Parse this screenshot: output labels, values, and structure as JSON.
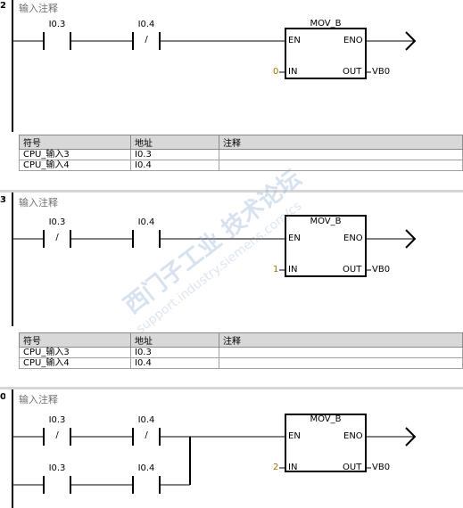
{
  "networks": [
    {
      "number": "2",
      "comment": "输入注释",
      "contacts": [
        {
          "address": "I0.3",
          "type": "NO",
          "symbol": ""
        },
        {
          "address": "I0.4",
          "type": "NC",
          "symbol": "/"
        }
      ],
      "block": {
        "title": "MOV_B",
        "pin_en": "EN",
        "pin_eno": "ENO",
        "pin_in": "IN",
        "pin_out": "OUT",
        "in_value": "0",
        "out_value": "VB0"
      },
      "table": {
        "headers": [
          "符号",
          "地址",
          "注释"
        ],
        "rows": [
          [
            "CPU_输入3",
            "I0.3",
            ""
          ],
          [
            "CPU_输入4",
            "I0.4",
            ""
          ]
        ]
      }
    },
    {
      "number": "3",
      "comment": "输入注释",
      "contacts": [
        {
          "address": "I0.3",
          "type": "NC",
          "symbol": "/"
        },
        {
          "address": "I0.4",
          "type": "NO",
          "symbol": ""
        }
      ],
      "block": {
        "title": "MOV_B",
        "pin_en": "EN",
        "pin_eno": "ENO",
        "pin_in": "IN",
        "pin_out": "OUT",
        "in_value": "1",
        "out_value": "VB0"
      },
      "table": {
        "headers": [
          "符号",
          "地址",
          "注释"
        ],
        "rows": [
          [
            "CPU_输入3",
            "I0.3",
            ""
          ],
          [
            "CPU_输入4",
            "I0.4",
            ""
          ]
        ]
      }
    },
    {
      "number": "0",
      "comment": "输入注释",
      "contacts_top": [
        {
          "address": "I0.3",
          "type": "NC",
          "symbol": "/"
        },
        {
          "address": "I0.4",
          "type": "NC",
          "symbol": "/"
        }
      ],
      "contacts_bottom": [
        {
          "address": "I0.3",
          "type": "NO",
          "symbol": ""
        },
        {
          "address": "I0.4",
          "type": "NO",
          "symbol": ""
        }
      ],
      "block": {
        "title": "MOV_B",
        "pin_en": "EN",
        "pin_eno": "ENO",
        "pin_in": "IN",
        "pin_out": "OUT",
        "in_value": "2",
        "out_value": "VB0"
      }
    }
  ],
  "watermark": {
    "line1": "西门子工业 技术论坛",
    "line2": "support.industry.siemens.com/cs"
  }
}
